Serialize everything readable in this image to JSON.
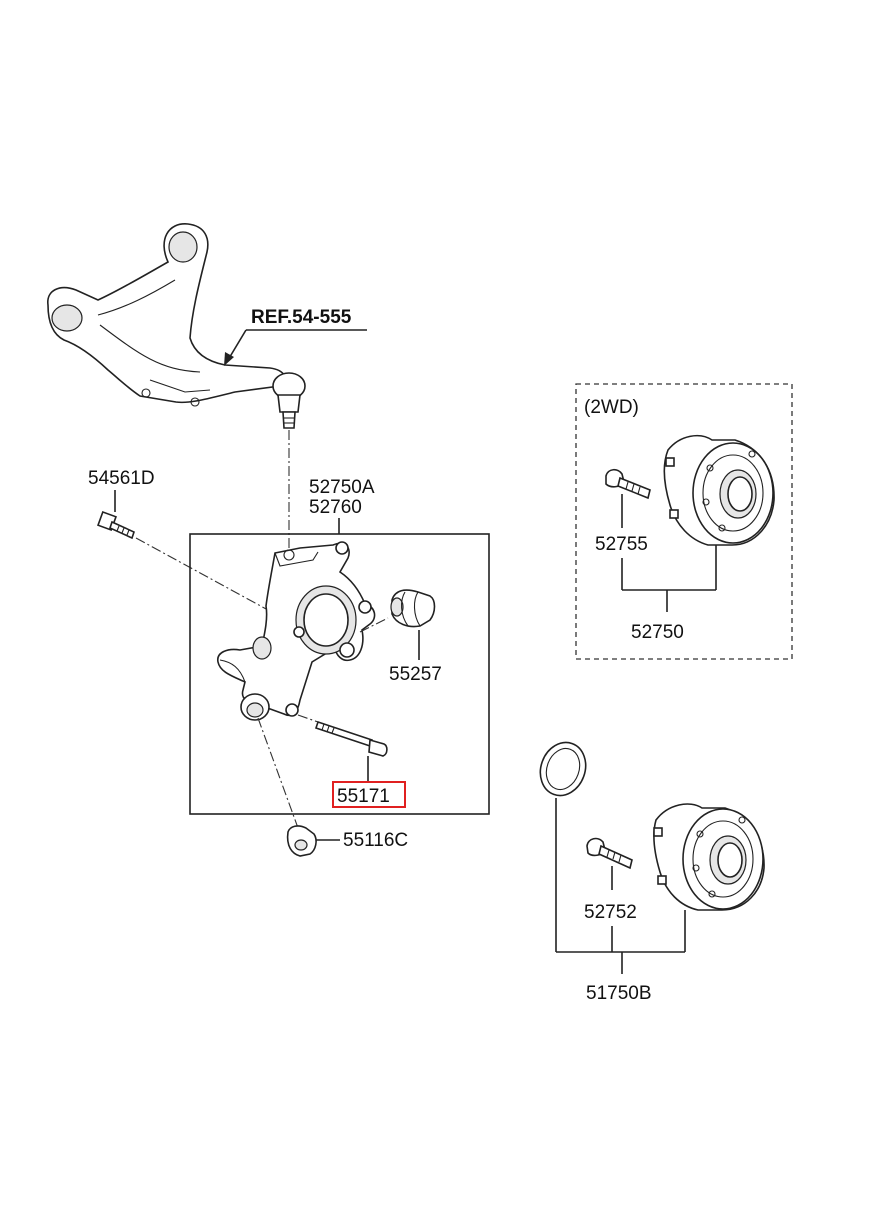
{
  "reference": {
    "label": "REF.54-555"
  },
  "parts": {
    "bolt_top": "54561D",
    "knuckle_a": "52750A",
    "knuckle_b": "52760",
    "bushing": "55257",
    "bolt_lower": "55171",
    "nut": "55116C",
    "hub_2wd_bolt": "52755",
    "hub_2wd_assy": "52750",
    "hub_bolt": "52752",
    "hub_assy": "51750B"
  },
  "variant_2wd": {
    "label": "(2WD)"
  },
  "colors": {
    "highlight": "#e02020",
    "line": "#222222"
  }
}
